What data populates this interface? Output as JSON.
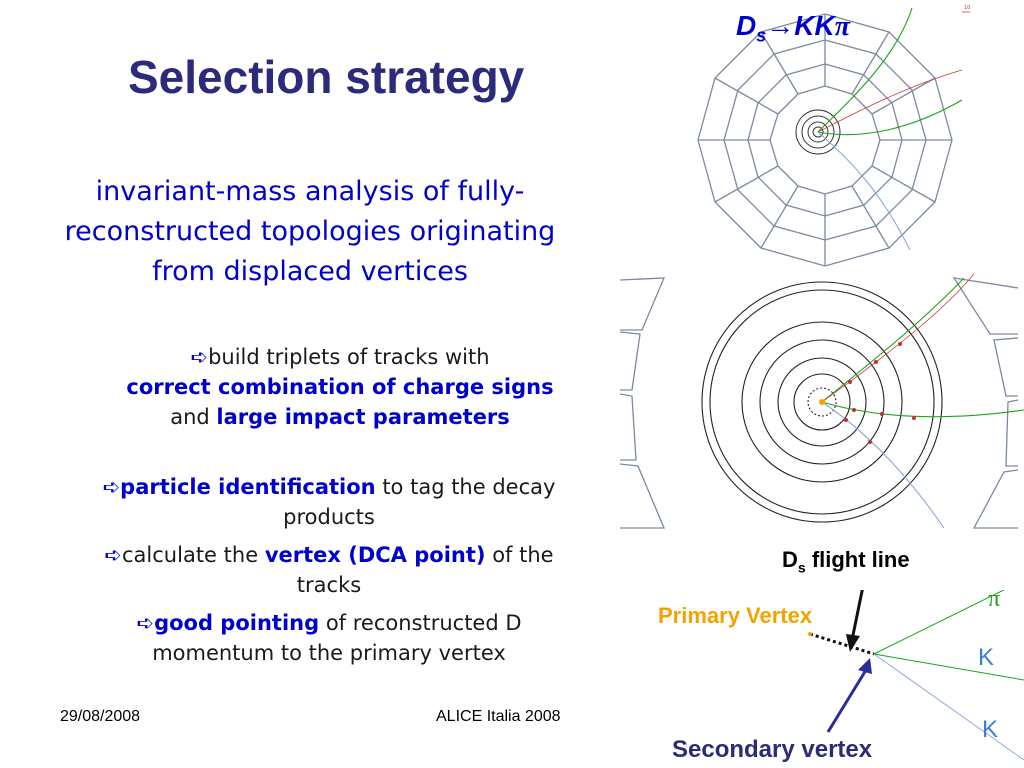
{
  "title": "Selection strategy",
  "main_bullet": "invariant-mass analysis of fully-reconstructed topologies originating from displaced vertices",
  "sub1": {
    "pre": "build triplets of tracks with",
    "bold1": "correct combination of charge signs",
    "mid": "and",
    "bold2": "large impact parameters"
  },
  "sub2": {
    "bold": "particle identification",
    "post": "to tag the decay products"
  },
  "sub3": {
    "pre": "calculate the",
    "bold": "vertex (DCA point)",
    "post": "of the tracks"
  },
  "sub4": {
    "bold": "good pointing",
    "post": "of reconstructed D momentum to the primary vertex"
  },
  "arrow_glyph": "➪",
  "footer": {
    "date": "29/08/2008",
    "event": "ALICE Italia 2008"
  },
  "figure": {
    "decay_label": {
      "d": "D",
      "s": "s",
      "arrow": "→",
      "kk": "KK",
      "pi": "π"
    },
    "scale_label": "100",
    "flight_line": {
      "d": "D",
      "s": "s",
      "rest": "flight line"
    },
    "primary_vertex": "Primary Vertex",
    "secondary_vertex": "Secondary vertex",
    "track_pi": "π",
    "track_k1": "K",
    "track_k2": "K",
    "colors": {
      "primary": "#f5a200",
      "secondary": "#2b2b7a",
      "pion": "#1aa31a",
      "kaon": "#3a7fd5",
      "title": "#2b2b7a"
    }
  }
}
